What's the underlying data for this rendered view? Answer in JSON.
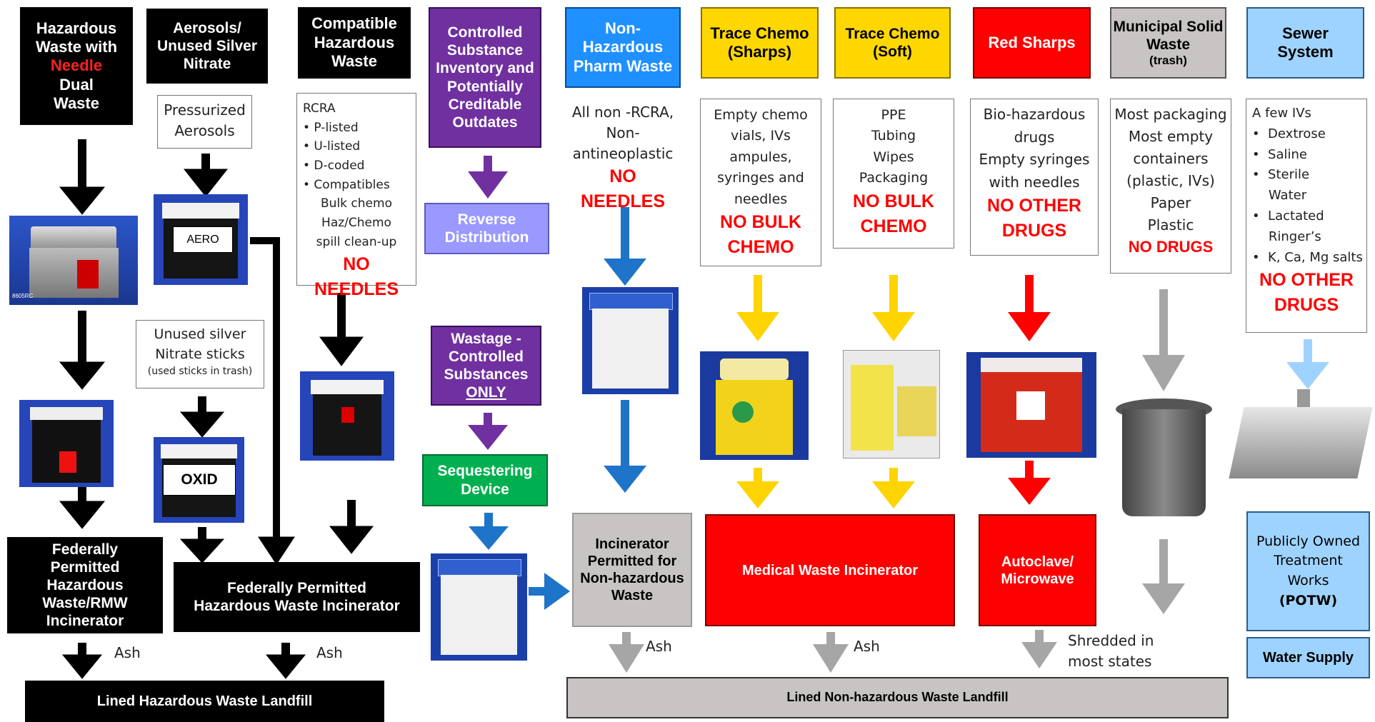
{
  "headers": {
    "hazardous_needle": {
      "line1": "Hazardous",
      "line2": "Waste with",
      "needle": "Needle",
      "line4": "Dual",
      "line5": "Waste"
    },
    "aerosols": "Aerosols/ Unused Silver Nitrate",
    "compatible": "Compatible Hazardous Waste",
    "controlled": "Controlled Substance Inventory and Potentially Creditable Outdates",
    "nonhaz_pharm": "Non-Hazardous Pharm Waste",
    "trace_sharps": {
      "line1": "Trace Chemo",
      "line2": "(Sharps)"
    },
    "trace_soft": {
      "line1": "Trace Chemo",
      "line2": "(Soft)"
    },
    "red_sharps": "Red Sharps",
    "municipal": {
      "line1": "Municipal Solid Waste",
      "line2": "(trash)"
    },
    "sewer": "Sewer System"
  },
  "descriptions": {
    "aerosols": "Pressurized Aerosols",
    "silver_nitrate": {
      "line1": "Unused silver",
      "line2": "Nitrate sticks",
      "line3": "(used sticks in trash)"
    },
    "rcra": {
      "title": "RCRA",
      "items": [
        "• P-listed",
        "• U-listed",
        "• D-coded",
        "• Compatibles"
      ],
      "extra": [
        "Bulk chemo",
        "Haz/Chemo",
        "spill clean-up"
      ],
      "warning": "NO NEEDLES"
    },
    "nonhaz": {
      "lines": [
        "All non -RCRA,",
        "Non-",
        "antineoplastic"
      ],
      "warning": "NO NEEDLES"
    },
    "trace_sharps": {
      "lines": [
        "Empty chemo",
        "vials, IVs",
        "ampules,",
        "syringes and",
        "needles"
      ],
      "warning1": "NO BULK",
      "warning2": "CHEMO"
    },
    "trace_soft": {
      "lines": [
        "PPE",
        "Tubing",
        "Wipes",
        "Packaging"
      ],
      "warning1": "NO BULK",
      "warning2": "CHEMO"
    },
    "red_sharps": {
      "lines": [
        "Bio-hazardous",
        "drugs",
        "Empty syringes",
        "with needles"
      ],
      "warning1": "NO OTHER",
      "warning2": "DRUGS"
    },
    "municipal": {
      "lines": [
        "Most packaging",
        "Most empty",
        "containers",
        "(plastic, IVs)",
        "Paper",
        "Plastic"
      ],
      "warning": "NO DRUGS"
    },
    "sewer": {
      "title": "A few IVs",
      "items": [
        "•  Dextrose",
        "•  Saline",
        "•  Sterile",
        "    Water",
        "•  Lactated",
        "    Ringer’s",
        "•  K, Ca, Mg salts"
      ],
      "warning1": "NO OTHER",
      "warning2": "DRUGS"
    }
  },
  "container_labels": {
    "aero": "AERO",
    "oxid": "OXID"
  },
  "middle": {
    "reverse": "Reverse Distribution",
    "wastage": {
      "line1": "Wastage -",
      "line2": "Controlled",
      "line3": "Substances",
      "only": "ONLY"
    },
    "sequestering": "Sequestering Device"
  },
  "destinations": {
    "fed_rmw": "Federally Permitted Hazardous Waste/RMW Incinerator",
    "fed_haz": "Federally Permitted Hazardous Waste Incinerator",
    "incin_nonhaz": "Incinerator Permitted for Non-hazardous Waste",
    "med_incin": "Medical Waste Incinerator",
    "autoclave": "Autoclave/ Microwave",
    "potw": {
      "line1": "Publicly Owned",
      "line2": "Treatment",
      "line3": "Works",
      "abbr": "(POTW)"
    },
    "water": "Water Supply"
  },
  "landfills": {
    "hazardous": "Lined Hazardous Waste Landfill",
    "nonhazardous": "Lined Non-hazardous Waste Landfill"
  },
  "notes": {
    "ash1": "Ash",
    "ash2": "Ash",
    "ash3": "Ash",
    "ash4": "Ash",
    "shredded1": "Shredded in",
    "shredded2": "most states",
    "small_label": "8605RC"
  },
  "colors": {
    "black": "#000000",
    "purple": "#7030a0",
    "blue": "#1e90ff",
    "yellow": "#ffd700",
    "red": "#ff0000",
    "gray": "#a6a6a6",
    "light_blue": "#9fd3ff",
    "green": "#00b050"
  }
}
